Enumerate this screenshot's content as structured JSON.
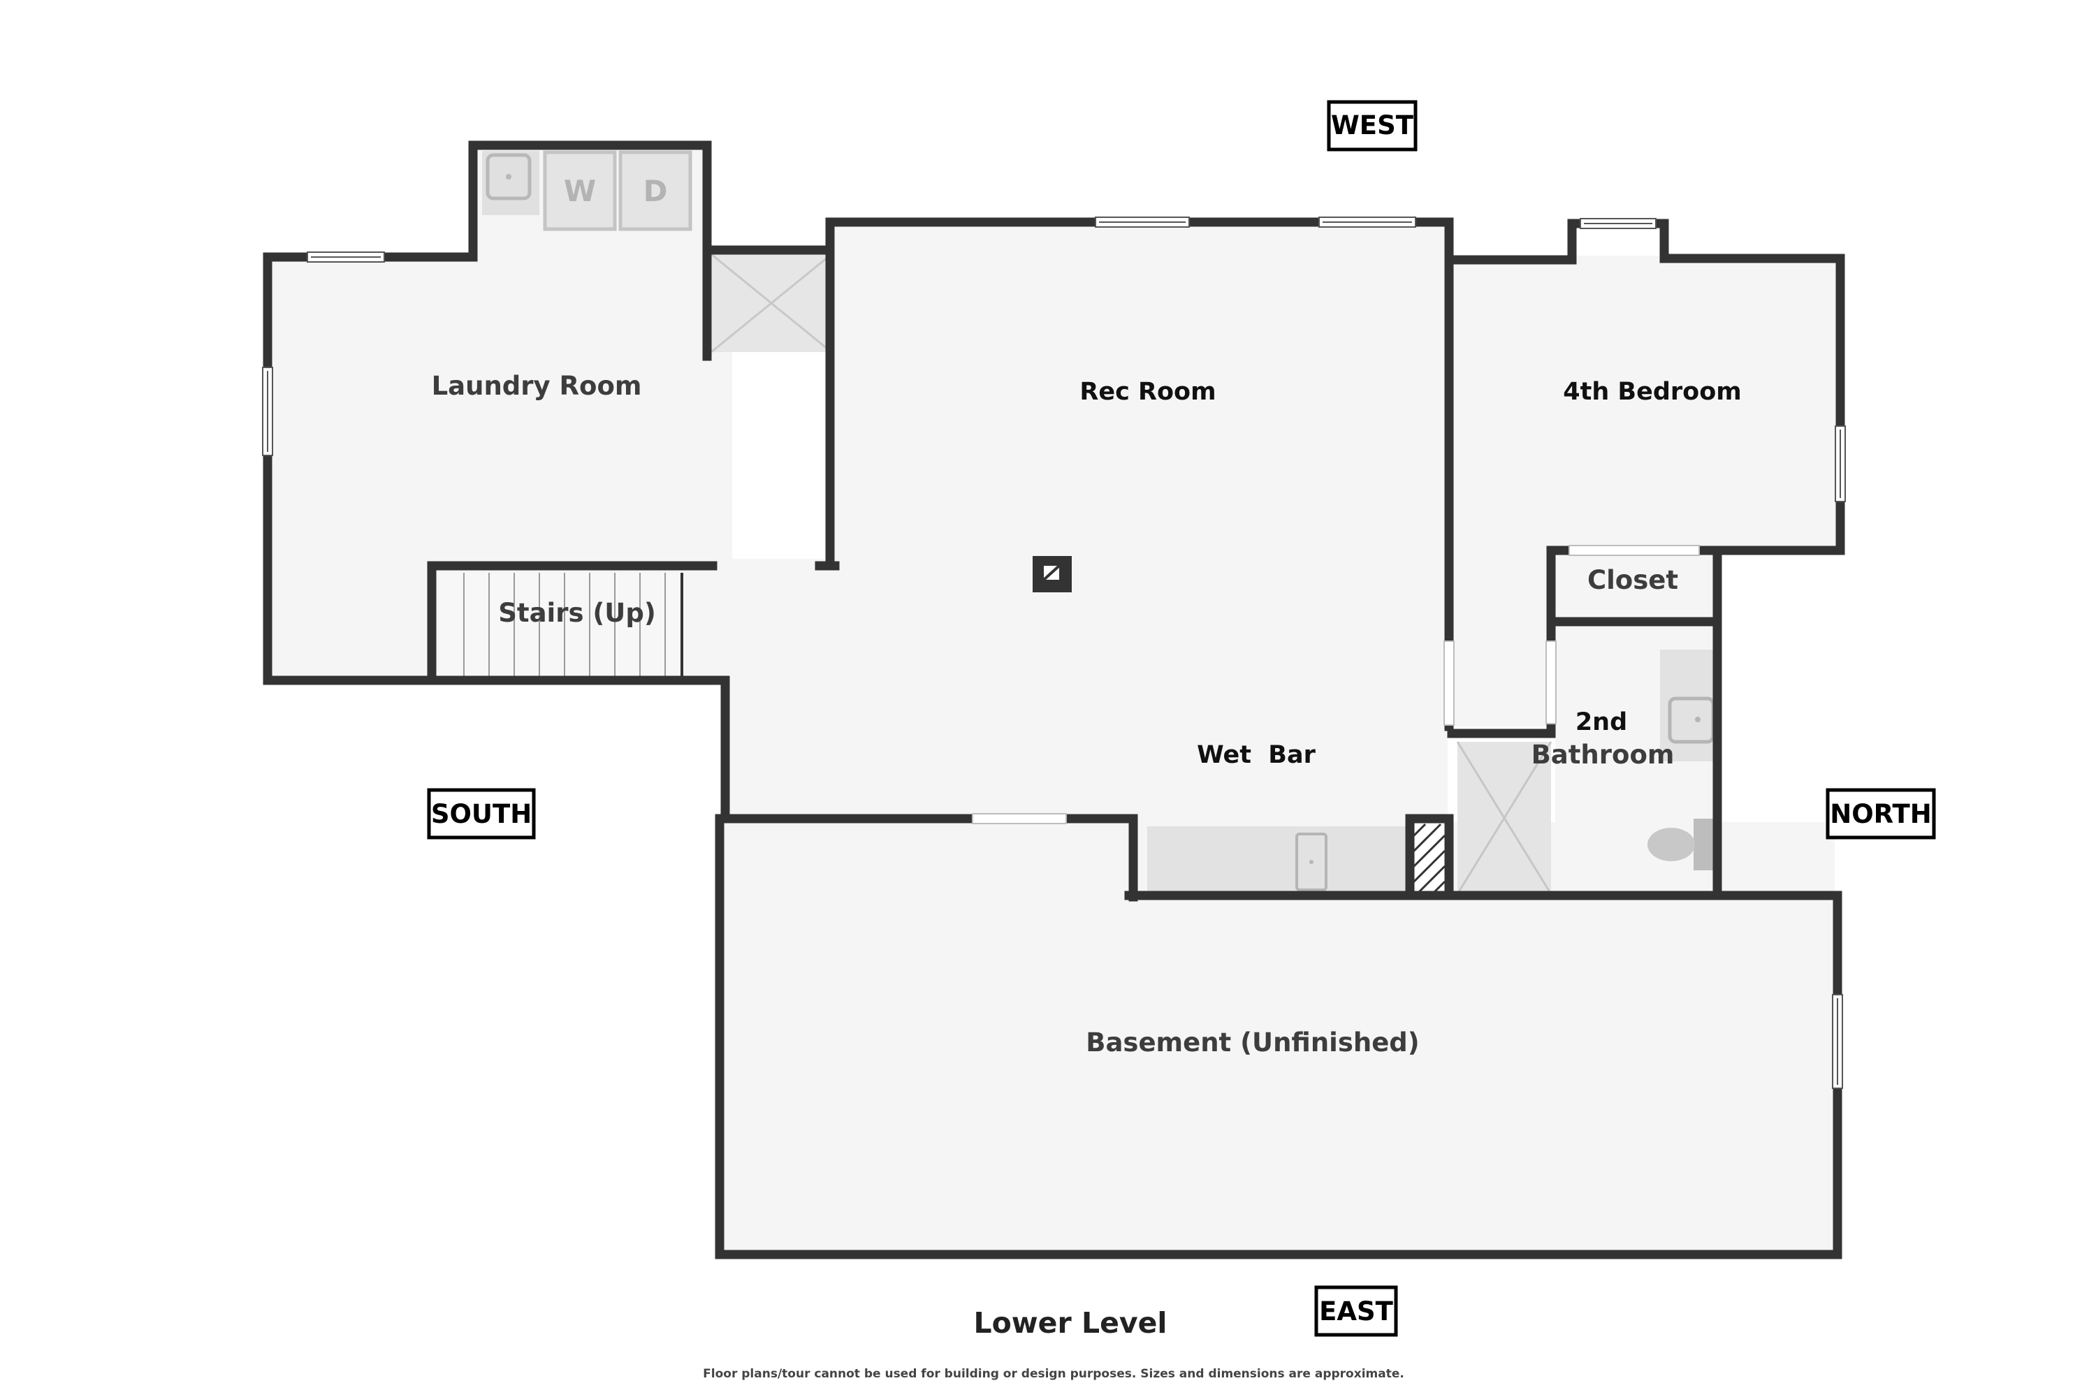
{
  "rooms": {
    "laundry": "Laundry Room",
    "rec": "Rec Room",
    "bedroom": "4th Bedroom",
    "closet": "Closet",
    "stairs": "Stairs (Up)",
    "wetbar": "Wet  Bar",
    "bath_line1": "2nd",
    "bath_line2": "Bathroom",
    "basement": "Basement (Unfinished)"
  },
  "appliances": {
    "washer": "W",
    "dryer": "D"
  },
  "compass": {
    "west": "WEST",
    "south": "SOUTH",
    "north": "NORTH",
    "east": "EAST"
  },
  "level_title": "Lower Level",
  "disclaimer": "Floor plans/tour cannot be used for building or design purposes. Sizes and dimensions are approximate.",
  "colors": {
    "wall": "#333333",
    "floor": "#f5f5f5",
    "fixture": "#e2e2e2",
    "window": "#ffffff"
  }
}
